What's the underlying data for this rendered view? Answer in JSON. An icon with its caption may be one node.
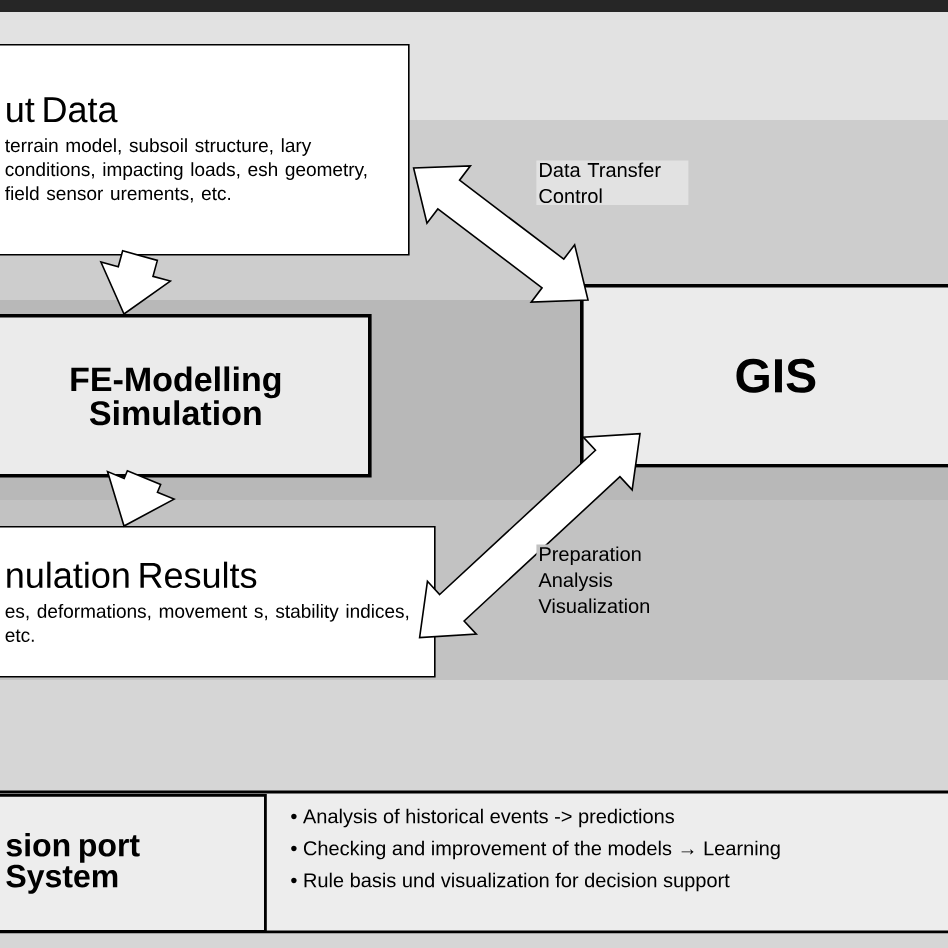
{
  "diagram": {
    "nodes": [
      {
        "text": [
          "ut Data",
          "terrain model, subsoil structure, lary conditions, impacting loads, esh geometry, field sensor urements, etc."
        ]
      },
      {
        "text": [
          "FE-Modelling Simulation"
        ]
      },
      {
        "text": [
          "nulation Results",
          "es, deformations, movement s, stability indices, etc."
        ]
      },
      {
        "text": [
          "GIS"
        ]
      },
      {
        "text": [
          "sion port System"
        ]
      }
    ],
    "edges": [
      {
        "from": 0,
        "to": 1,
        "arrow": "to"
      },
      {
        "from": 1,
        "to": 2,
        "arrow": "to"
      },
      {
        "from": 3,
        "to": 0,
        "arrow": "both",
        "label": "Data Transfer Control"
      },
      {
        "from": 2,
        "to": 3,
        "arrow": "both",
        "label": "Preparation Analysis Visualization"
      }
    ],
    "labels": [
      "• Analysis of historical events -> predictions",
      "• Checking and improvement of the models → Learning",
      "• Rule basis und visualization for decision support"
    ]
  }
}
